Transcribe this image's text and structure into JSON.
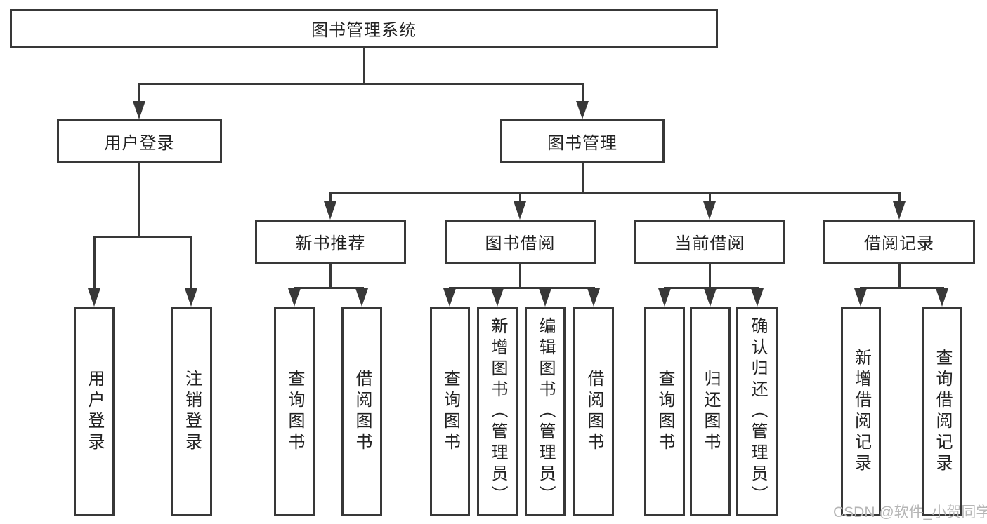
{
  "diagram": {
    "nodes": {
      "root": "图书管理系统",
      "user_login": "用户登录",
      "book_mgmt": "图书管理",
      "new_book_rec": "新书推荐",
      "book_borrow": "图书借阅",
      "current_borrow": "当前借阅",
      "borrow_record": "借阅记录",
      "leaves_user_login": [
        "用户登录",
        "注销登录"
      ],
      "leaves_new_book_rec": [
        "查询图书",
        "借阅图书"
      ],
      "leaves_book_borrow": [
        "查询图书",
        "新增图书（管理员）",
        "编辑图书（管理员）",
        "借阅图书"
      ],
      "leaves_current_borrow": [
        "查询图书",
        "归还图书",
        "确认归还（管理员）"
      ],
      "leaves_borrow_record": [
        "新增借阅记录",
        "查询借阅记录"
      ]
    },
    "watermark": "CSDN @软件_小贺同学",
    "colors": {
      "line": "#383838",
      "text": "#222222",
      "watermark": "#b5b5b5",
      "background": "#ffffff"
    }
  }
}
